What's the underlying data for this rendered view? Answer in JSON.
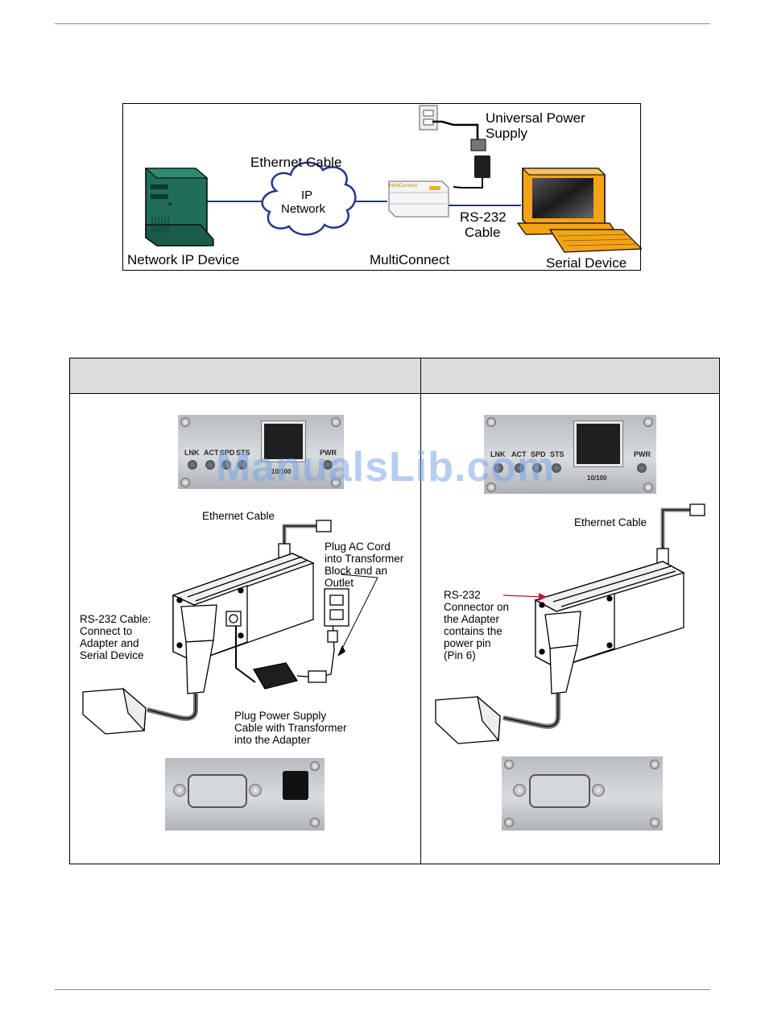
{
  "top_diagram": {
    "labels": {
      "universal_power_supply_1": "Universal Power",
      "universal_power_supply_2": "Supply",
      "ethernet_cable": "Ethernet Cable",
      "ip_network_1": "IP",
      "ip_network_2": "Network",
      "rs232_cable_1": "RS-232",
      "rs232_cable_2": "Cable",
      "network_ip_device": "Network IP Device",
      "multiconnect": "MultiConnect",
      "serial_device": "Serial Device",
      "device_face": "MultiConnect"
    }
  },
  "table": {
    "left": {
      "leds": [
        "LNK",
        "ACT",
        "SPD",
        "STS",
        "PWR"
      ],
      "port_label": "10/100",
      "ethernet_cable": "Ethernet Cable",
      "plug_ac_cord": [
        "Plug AC Cord",
        "into Transformer",
        "Block and an",
        "Outlet"
      ],
      "rs232_cable": [
        "RS-232 Cable:",
        "Connect to",
        "Adapter and",
        "Serial Device"
      ],
      "plug_power_supply": [
        "Plug Power Supply",
        "Cable with Transformer",
        "into the Adapter"
      ]
    },
    "right": {
      "leds": [
        "LNK",
        "ACT",
        "SPD",
        "STS",
        "PWR"
      ],
      "port_label": "10/100",
      "ethernet_cable": "Ethernet Cable",
      "rs232_connector": [
        "RS-232",
        "Connector on",
        "the Adapter",
        "contains the",
        "power pin",
        "(Pin 6)"
      ]
    }
  },
  "watermark": "ManualsLib.com",
  "colors": {
    "tower": "#1f6e5a",
    "pc": "#f3a316",
    "line": "#27348b",
    "header": "#dcdcdc",
    "arrow": "#c8102e"
  }
}
